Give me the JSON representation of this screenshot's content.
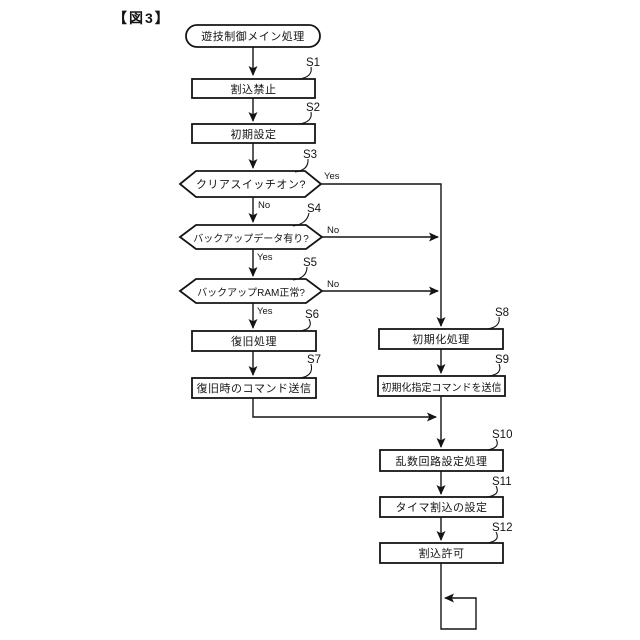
{
  "figure_title": "【図3】",
  "branch_labels": {
    "yes": "Yes",
    "no": "No"
  },
  "colors": {
    "line": "#141414",
    "background": "#ffffff"
  },
  "nodes": {
    "start": {
      "label": "遊技制御メイン処理",
      "type": "terminal"
    },
    "s1": {
      "step": "S1",
      "label": "割込禁止",
      "type": "process"
    },
    "s2": {
      "step": "S2",
      "label": "初期設定",
      "type": "process"
    },
    "s3": {
      "step": "S3",
      "label": "クリアスイッチオン?",
      "type": "decision"
    },
    "s4": {
      "step": "S4",
      "label": "バックアップデータ有り?",
      "type": "decision"
    },
    "s5": {
      "step": "S5",
      "label": "バックアップRAM正常?",
      "type": "decision"
    },
    "s6": {
      "step": "S6",
      "label": "復旧処理",
      "type": "process"
    },
    "s7": {
      "step": "S7",
      "label": "復旧時のコマンド送信",
      "type": "process"
    },
    "s8": {
      "step": "S8",
      "label": "初期化処理",
      "type": "process"
    },
    "s9": {
      "step": "S9",
      "label": "初期化指定コマンドを送信",
      "type": "process"
    },
    "s10": {
      "step": "S10",
      "label": "乱数回路設定処理",
      "type": "process"
    },
    "s11": {
      "step": "S11",
      "label": "タイマ割込の設定",
      "type": "process"
    },
    "s12": {
      "step": "S12",
      "label": "割込許可",
      "type": "process"
    }
  }
}
